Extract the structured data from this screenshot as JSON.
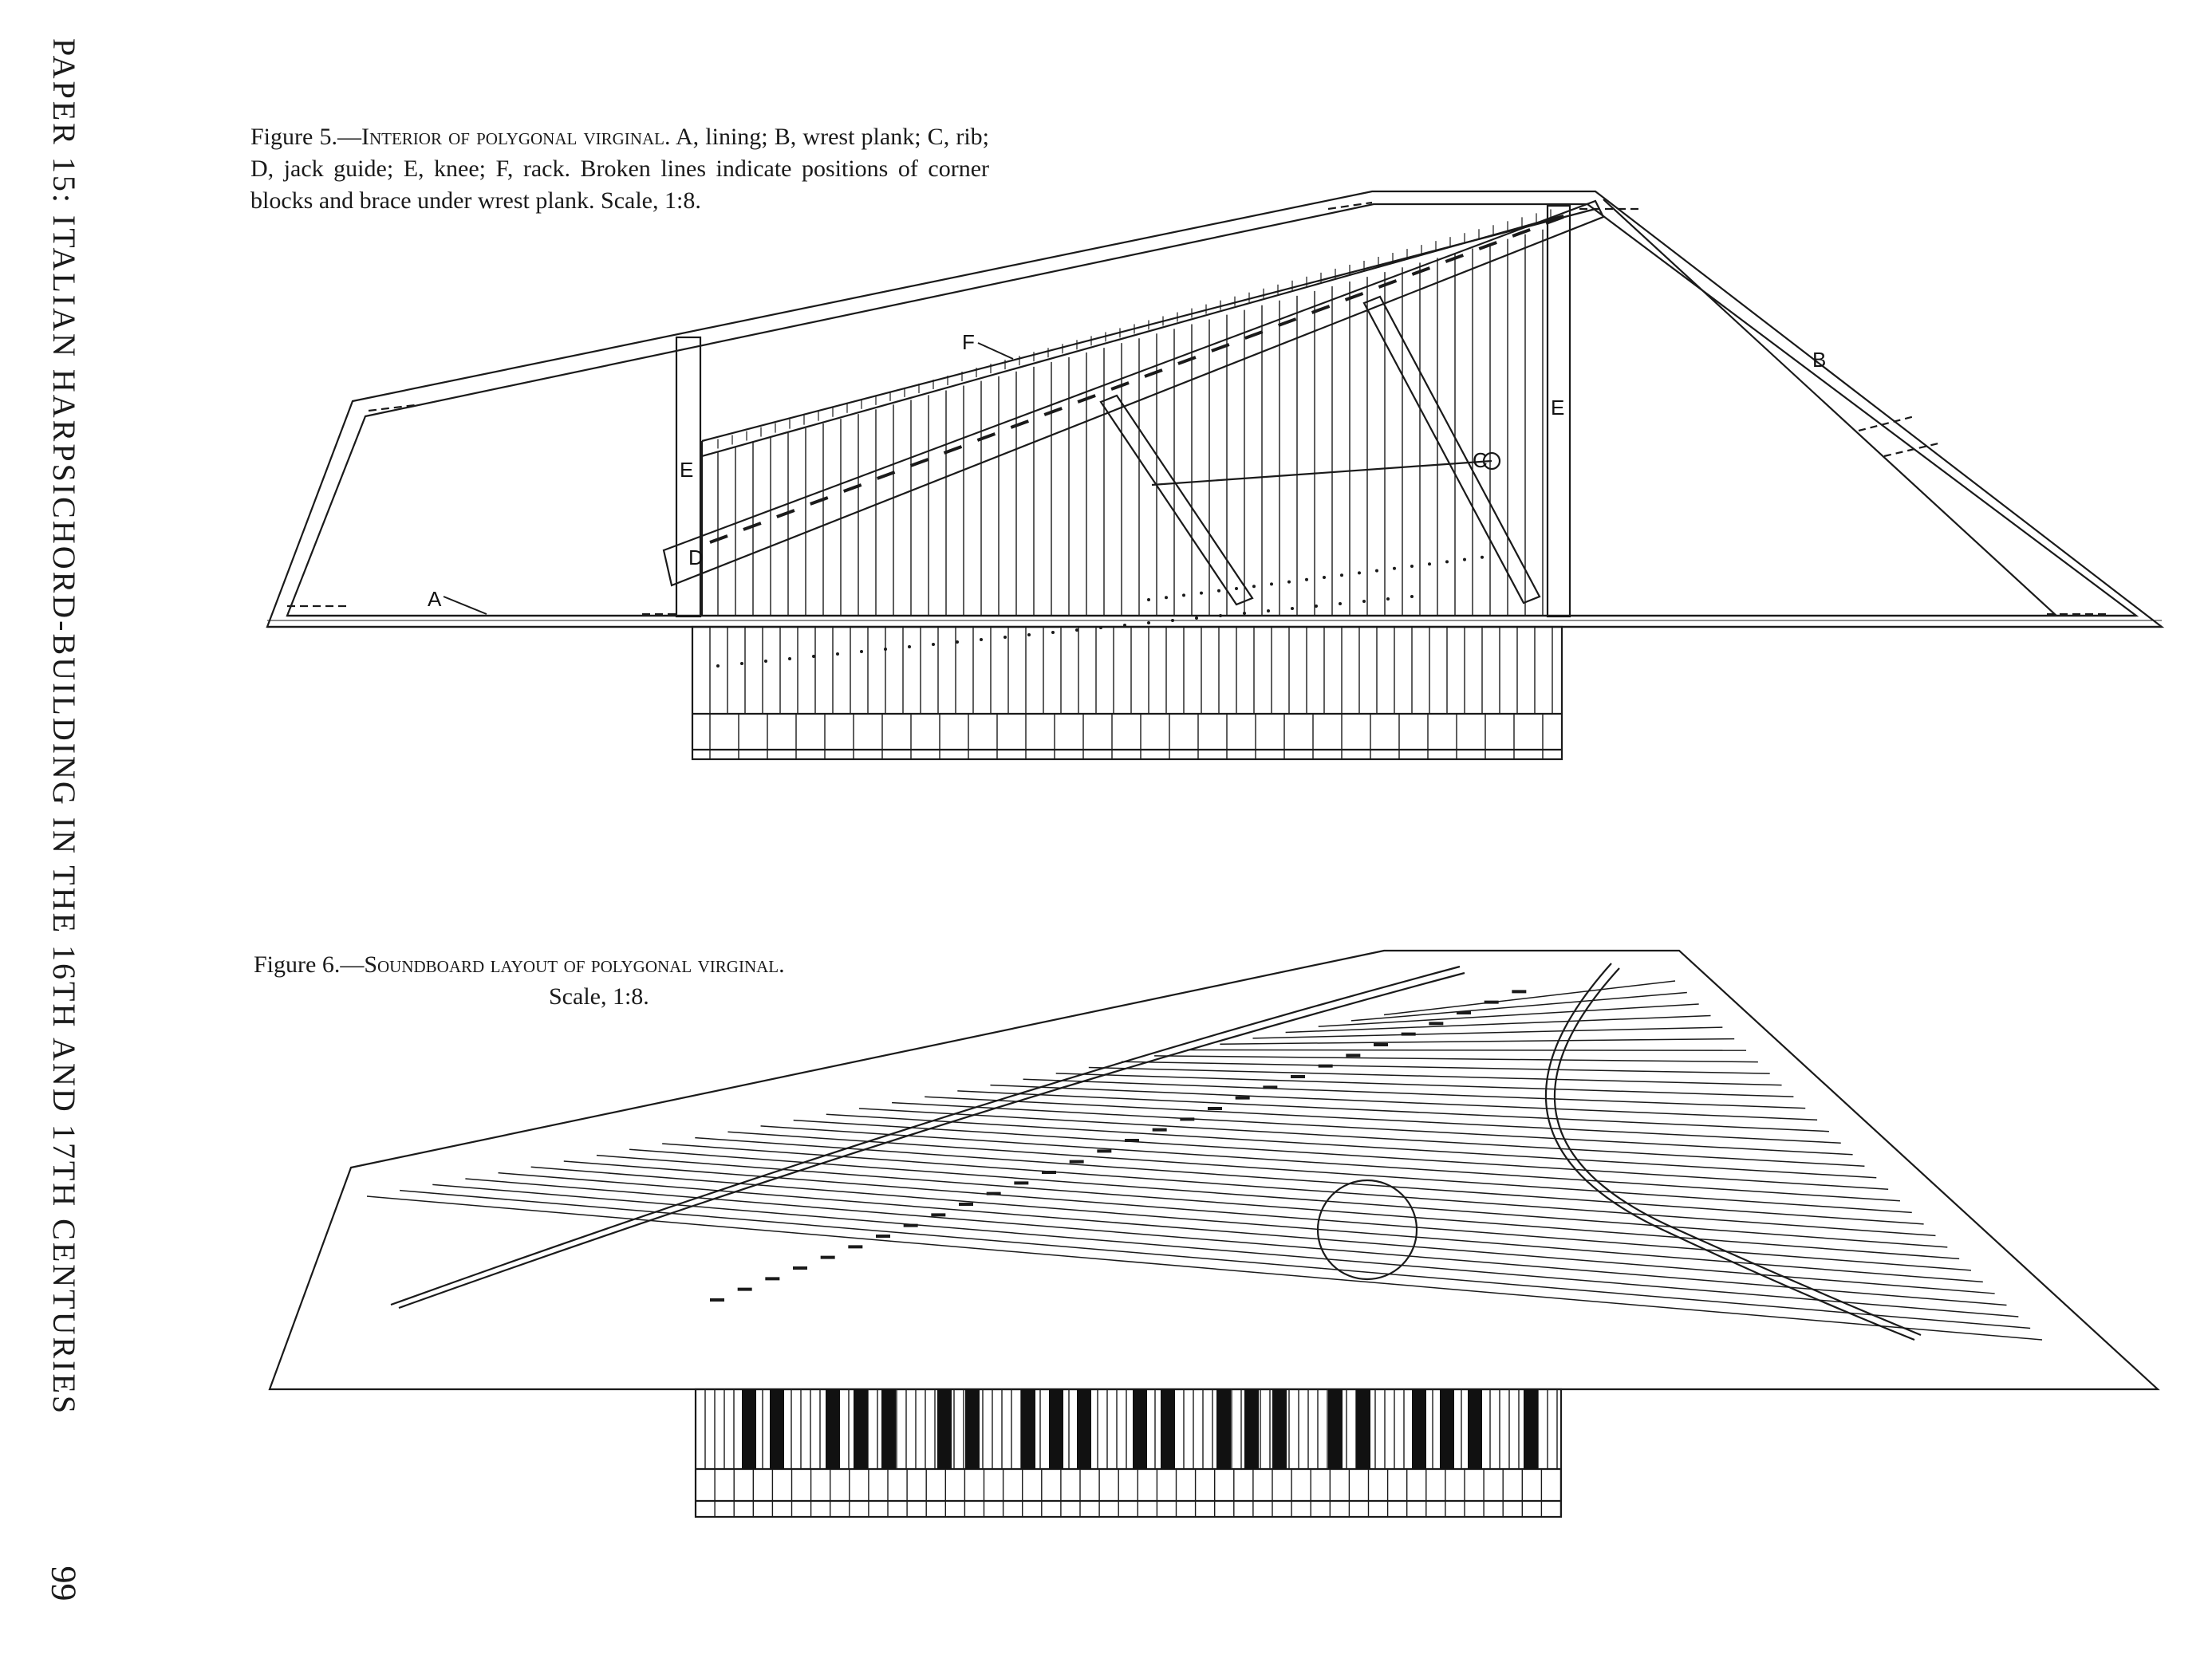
{
  "running_head": "PAPER 15: ITALIAN HARPSICHORD-BUILDING IN THE 16TH AND 17TH CENTURIES",
  "page_number": "99",
  "figure5": {
    "caption_lead": "Figure 5.—",
    "caption_title": "Interior of polygonal virginal.",
    "caption_body_1": " A, lining; B, wrest plank; C, rib; D, jack guide; E, knee; F, rack.",
    "caption_body_2": " Broken lines indicate positions of corner blocks and brace under wrest plank.",
    "caption_scale": " Scale, 1:8.",
    "labels": {
      "a": "A",
      "b": "B",
      "c": "C",
      "d": "D",
      "e_left": "E",
      "e_right": "E",
      "f": "F"
    }
  },
  "figure6": {
    "caption_lead": "Figure 6.—",
    "caption_title": "Soundboard layout of polygonal virginal.",
    "caption_scale": "Scale, 1:8."
  },
  "colors": {
    "ink": "#1a1a1a",
    "paper": "#ffffff"
  }
}
